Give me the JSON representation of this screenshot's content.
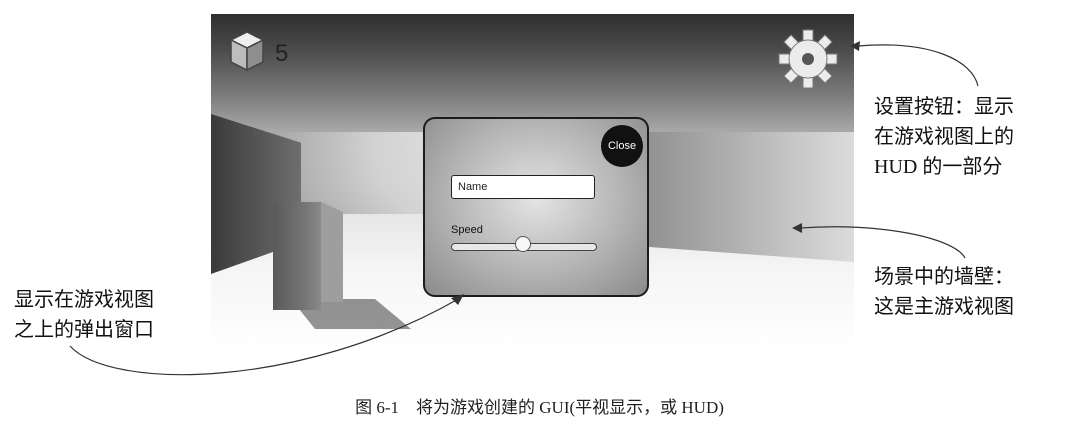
{
  "hud": {
    "cube_count": "5",
    "settings_icon": "gear-icon",
    "cube_icon": "cube-icon"
  },
  "popup": {
    "close_label": "Close",
    "name_value": "Name",
    "speed_label": "Speed",
    "speed_value": 0.5
  },
  "annotations": {
    "settings_button": [
      "设置按钮：显示",
      "在游戏视图上的",
      "HUD 的一部分"
    ],
    "wall": [
      "场景中的墙壁：",
      "这是主游戏视图"
    ],
    "popup": [
      "显示在游戏视图",
      "之上的弹出窗口"
    ]
  },
  "caption": "图 6-1　将为游戏创建的 GUI(平视显示，或 HUD)"
}
